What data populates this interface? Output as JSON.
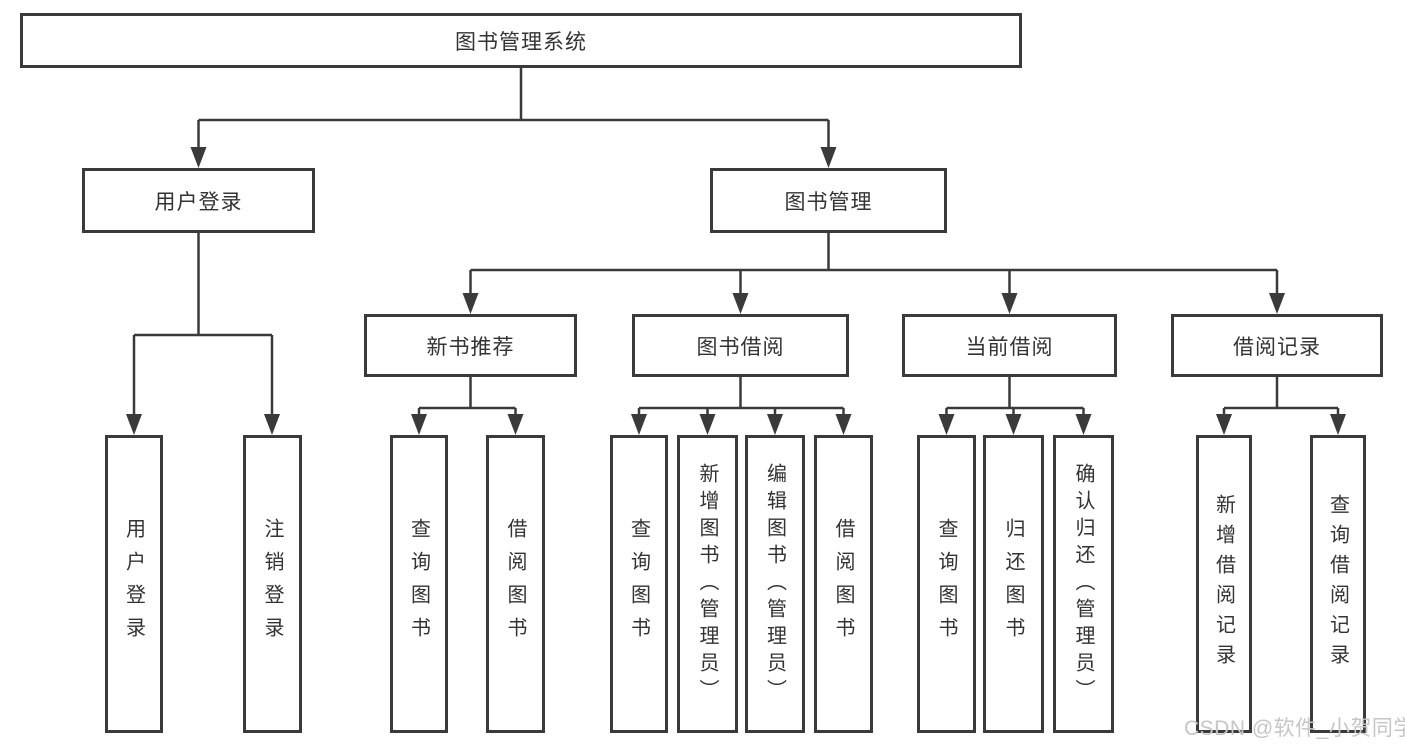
{
  "diagram": {
    "root": {
      "label": "图书管理系统"
    },
    "level2": [
      {
        "label": "用户登录",
        "children": [
          {
            "label": "用户登录"
          },
          {
            "label": "注销登录"
          }
        ]
      },
      {
        "label": "图书管理"
      }
    ],
    "level3": [
      {
        "label": "新书推荐",
        "children": [
          {
            "label": "查询图书"
          },
          {
            "label": "借阅图书"
          }
        ]
      },
      {
        "label": "图书借阅",
        "children": [
          {
            "label": "查询图书"
          },
          {
            "label": "新增图书（管理员）"
          },
          {
            "label": "编辑图书（管理员）"
          },
          {
            "label": "借阅图书"
          }
        ]
      },
      {
        "label": "当前借阅",
        "children": [
          {
            "label": "查询图书"
          },
          {
            "label": "归还图书"
          },
          {
            "label": "确认归还（管理员）"
          }
        ]
      },
      {
        "label": "借阅记录",
        "children": [
          {
            "label": "新增借阅记录"
          },
          {
            "label": "查询借阅记录"
          }
        ]
      }
    ]
  },
  "watermark": {
    "text": "CSDN @软件_小贺同学"
  },
  "colors": {
    "line": "#3a3a3a",
    "text": "#333333",
    "background": "#ffffff",
    "watermark": "#c6c6c6"
  }
}
